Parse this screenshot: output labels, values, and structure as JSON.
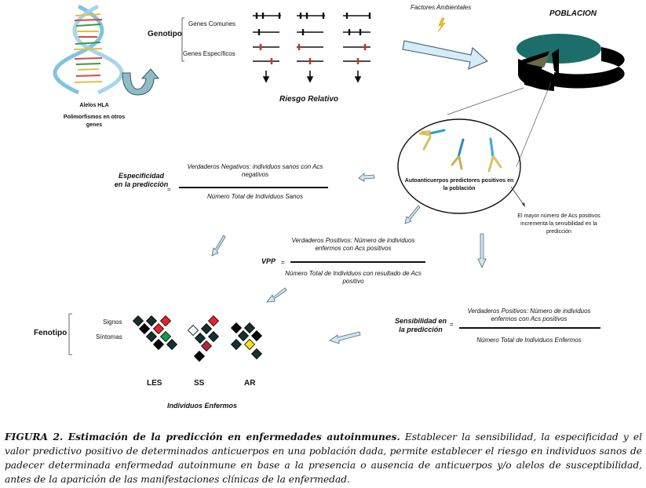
{
  "genotype": {
    "title": "Genotipo",
    "common_genes_label": "Genes Comunes",
    "specific_genes_label": "Genes Específicos",
    "dna_labels": [
      "Alelos HLA",
      "Polimorfismos en otros genes"
    ],
    "relative_risk_label": "Riesgo Relativo"
  },
  "environment": {
    "factors_label": "Factores Ambientales"
  },
  "population": {
    "title": "POBLACION",
    "circle_label": "Autoanticuerpos predictores positivos en la población",
    "note": "El  mayor número de Acs positivos incrementa la sensibilidad en la predicción"
  },
  "formulas": {
    "specificity": {
      "name": "Especificidad en la predicción",
      "numerator": "Verdaderos Negativos: individuos sanos con Acs negativos",
      "denominator": "Número Total de Individuos Sanos"
    },
    "ppv": {
      "name": "VPP",
      "numerator": "Verdaderos Positivos: Número de individuos enfermos con Acs positivos",
      "denominator": "Número Total de Individuos con resultado de Acs positivo"
    },
    "sensitivity": {
      "name": "Sensibilidad en la predicción",
      "numerator": "Verdaderos Positivos: Número de individuos enfermos con Acs positivos",
      "denominator": "Número Total de Individuos Enfermos"
    },
    "equals": "="
  },
  "phenotype": {
    "title": "Fenotipo",
    "items": [
      "Signos",
      "Síntomas"
    ],
    "diseases": [
      "LES",
      "SS",
      "AR"
    ],
    "group_label": "Individuos Enfermos"
  },
  "colors": {
    "arrow_fill": "#cfe6f2",
    "arrow_stroke": "#4a6a7a",
    "pie_top": "#1c6e6a",
    "diamond_dark": "#14302f",
    "diamond_black": "#050505",
    "diamond_red": "#e8222a",
    "diamond_green": "#139a4a",
    "diamond_yellow": "#f2e21a",
    "diamond_white": "#f4f4f8",
    "diamond_maroon": "#b0283a",
    "gene_marker_red": "#c0392b"
  },
  "caption": {
    "label": "FIGURA 2. Estimación de la predicción en enfermedades autoinmunes.",
    "text": " Establecer la sensibilidad, la especificidad y el valor predictivo positivo de determinados anticuerpos en una población dada, permite establecer el riesgo en individuos sanos de padecer determinada enfermedad autoinmune en base a la presencia o ausencia de anticuerpos y/o alelos de susceptibilidad, antes de la aparición de las manifestaciones clínicas de la enfermedad."
  }
}
